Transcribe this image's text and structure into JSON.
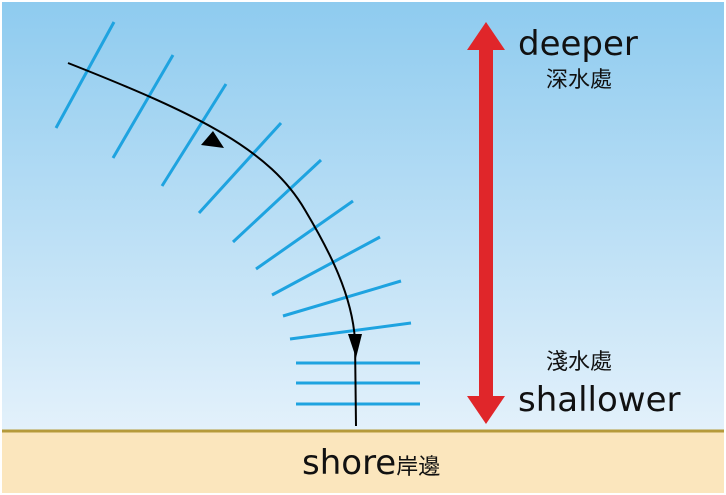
{
  "labels": {
    "deeper": "deeper",
    "deeper_zh": "深水處",
    "shallower": "shallower",
    "shallower_zh": "淺水處",
    "shore": "shore",
    "shore_zh": "岸邊"
  },
  "colors": {
    "sky_top": "#8ecbef",
    "sky_bottom": "#e3f1fb",
    "shore_fill": "#fbe6bd",
    "shore_line": "#b59a3a",
    "wavefront": "#1ea3e0",
    "ray": "#000000",
    "depth_arrow": "#e0262a",
    "text": "#111111"
  }
}
